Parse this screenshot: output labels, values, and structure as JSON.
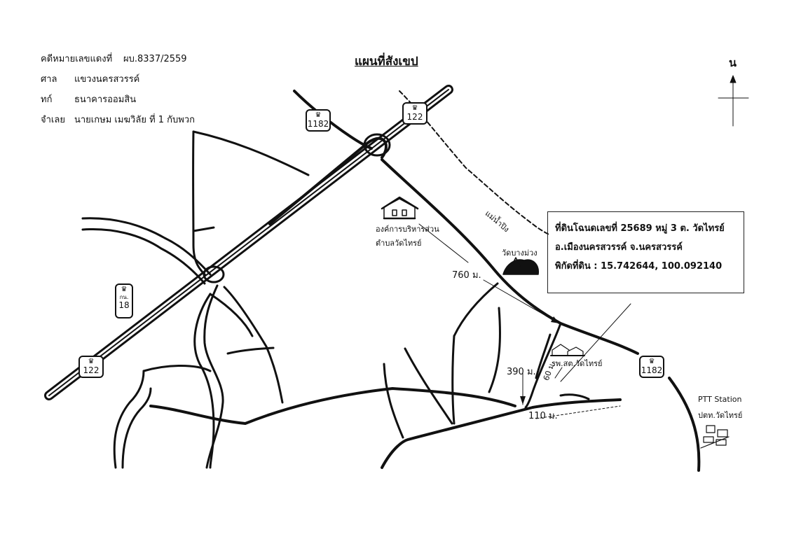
{
  "header": {
    "case_label": "คดีหมายเลขแดงที่",
    "case_value": "ผบ.8337/2559",
    "court_label": "ศาล",
    "court_value": "แขวงนครสวรรค์",
    "creditor_label": "ทก์",
    "creditor_value": "ธนาคารออมสิน",
    "debtor_label": "จำเลย",
    "debtor_value": "นายเกษม  เมฆวิลัย  ที่ 1 กับพวก"
  },
  "map": {
    "title": "แผนที่สังเขป",
    "north_label": "น",
    "highway_shields": [
      "1182",
      "122",
      "122",
      "1182"
    ],
    "rural_shield": {
      "top": "กน.",
      "number": "18"
    },
    "landmarks": {
      "sao": "องค์การบริหารส่วนตำบลวัดไทรย์",
      "temple": "วัดบางม่วง",
      "hospital": "รพ.สต.วัดไทรย์",
      "river": "แม่น้ำปิง",
      "ptt_en": "PTT Station",
      "ptt_th": "ปตท.วัดไทรย์"
    },
    "distances": {
      "d760": "760 ม.",
      "d390": "390 ม.",
      "d110": "110 ม.",
      "d60": "60 ม."
    },
    "property_box": {
      "line1": "ที่ดินโฉนดเลขที่ 25689 หมู่ 3   ต.  วัดไทรย์",
      "line2": "อ.เมืองนครสวรรค์     จ.นครสวรรค์",
      "line3": "พิกัดที่ดิน : 15.742644, 100.092140"
    },
    "colors": {
      "ink": "#111111",
      "background": "#ffffff"
    }
  }
}
